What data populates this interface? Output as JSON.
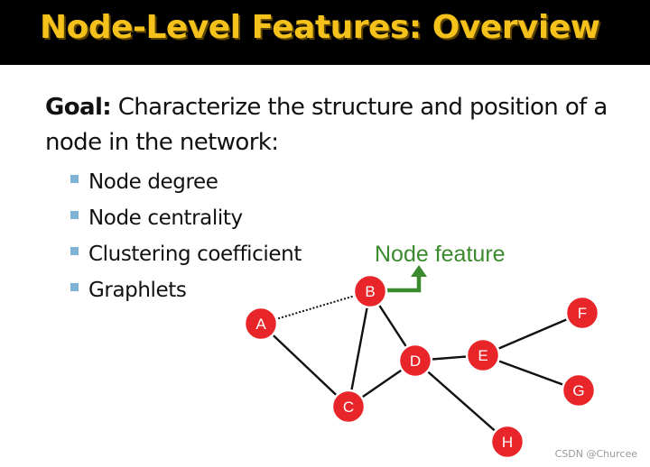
{
  "title": "Node-Level Features: Overview",
  "goal": {
    "label": "Goal:",
    "text": "Characterize the structure and position of a node in the network:"
  },
  "bullets": [
    "Node degree",
    "Node centrality",
    "Clustering coefficient",
    "Graphlets"
  ],
  "annotation": {
    "label": "Node feature",
    "color": "#3c8a2e"
  },
  "graph": {
    "node_color": "#e8262a",
    "nodes": [
      "A",
      "B",
      "C",
      "D",
      "E",
      "F",
      "G",
      "H"
    ],
    "edges": [
      {
        "from": "A",
        "to": "B",
        "style": "dotted"
      },
      {
        "from": "A",
        "to": "C",
        "style": "solid"
      },
      {
        "from": "B",
        "to": "C",
        "style": "solid"
      },
      {
        "from": "B",
        "to": "D",
        "style": "solid"
      },
      {
        "from": "C",
        "to": "D",
        "style": "solid"
      },
      {
        "from": "D",
        "to": "E",
        "style": "solid"
      },
      {
        "from": "D",
        "to": "H",
        "style": "solid"
      },
      {
        "from": "E",
        "to": "F",
        "style": "solid"
      },
      {
        "from": "E",
        "to": "G",
        "style": "solid"
      }
    ]
  },
  "watermark": "CSDN @Churcee"
}
